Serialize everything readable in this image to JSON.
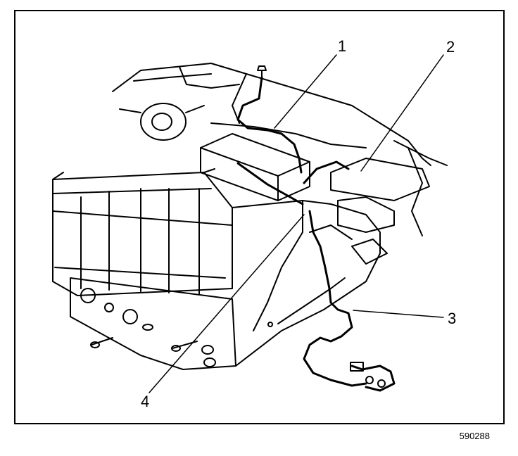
{
  "callouts": [
    {
      "id": "1",
      "label": "1"
    },
    {
      "id": "2",
      "label": "2"
    },
    {
      "id": "3",
      "label": "3"
    },
    {
      "id": "4",
      "label": "4"
    }
  ],
  "figure_id": "590288",
  "colors": {
    "line": "#000000",
    "background": "#ffffff"
  }
}
